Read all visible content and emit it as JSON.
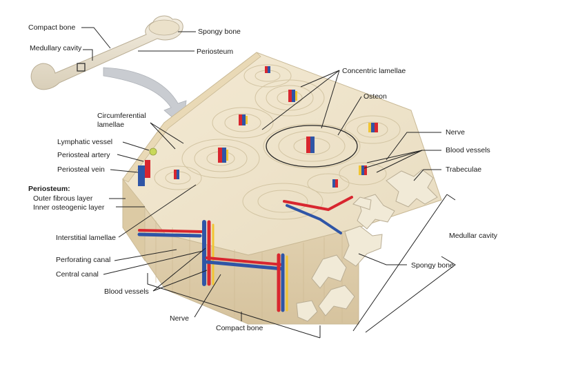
{
  "labels": {
    "compact_bone_top": "Compact bone",
    "spongy_bone_top": "Spongy bone",
    "medullary_cavity_top": "Medullary cavity",
    "periosteum_top": "Periosteum",
    "concentric_lamellae": "Concentric lamellae",
    "osteon": "Osteon",
    "circumferential_lamellae_1": "Circumferential",
    "circumferential_lamellae_2": "lamellae",
    "nerve_right": "Nerve",
    "lymphatic_vessel": "Lymphatic vessel",
    "blood_vessels_right": "Blood vessels",
    "periosteal_artery": "Periosteal artery",
    "trabeculae": "Trabeculae",
    "periosteal_vein": "Periosteal vein",
    "periosteum_heading": "Periosteum:",
    "outer_fibrous_layer": "Outer fibrous layer",
    "inner_osteogenic_layer": "Inner osteogenic layer",
    "interstitial_lamellae": "Interstitial lamellae",
    "medullar_cavity": "Medullar cavity",
    "perforating_canal": "Perforating canal",
    "spongy_bone_bottom": "Spongy bone",
    "central_canal": "Central canal",
    "blood_vessels_bottom": "Blood vessels",
    "nerve_bottom": "Nerve",
    "compact_bone_bottom": "Compact bone"
  },
  "colors": {
    "bone_surface": "#efe4cc",
    "bone_side": "#e2d2b2",
    "lamella_ring": "#d9ccae",
    "artery": "#d8262f",
    "vein": "#2f55a6",
    "nerve": "#f2c531",
    "lymph": "#c8d85a",
    "spongy": "#f1ead7",
    "arrow": "#c9ccd1",
    "line": "#222222"
  }
}
